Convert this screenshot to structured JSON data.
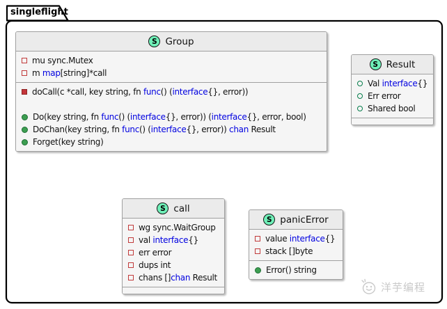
{
  "frame": {
    "tab_label": "singleflight"
  },
  "colors": {
    "keyword": "#0000E0",
    "private": "#C13A3A",
    "private_fill": "#C4353B",
    "public": "#067D4B",
    "public_fill": "#3D9E51",
    "spot_fill": "#6FF0B8",
    "spot_border": "#141414",
    "watermark": "#C9C9C9",
    "box_border": "#A0A0A0",
    "header_bg": "#EBEBEB",
    "body_bg": "#F5F5F5"
  },
  "classes": [
    {
      "name": "Group",
      "spot": "S",
      "sections": [
        {
          "rows": [
            {
              "icon": "field-private",
              "segments": [
                {
                  "t": "mu sync.Mutex"
                }
              ]
            },
            {
              "icon": "field-private",
              "segments": [
                {
                  "t": "m "
                },
                {
                  "t": "map",
                  "kw": true
                },
                {
                  "t": "[string]*call"
                }
              ]
            }
          ]
        },
        {
          "rows": [
            {
              "icon": "method-private",
              "segments": [
                {
                  "t": "doCall(c *call, key string, fn "
                },
                {
                  "t": "func",
                  "kw": true
                },
                {
                  "t": "() ("
                },
                {
                  "t": "interface",
                  "kw": true
                },
                {
                  "t": "{}, error))"
                }
              ]
            },
            {
              "blank": true
            },
            {
              "icon": "method-public",
              "segments": [
                {
                  "t": "Do(key string, fn "
                },
                {
                  "t": "func",
                  "kw": true
                },
                {
                  "t": "() ("
                },
                {
                  "t": "interface",
                  "kw": true
                },
                {
                  "t": "{}, error)) ("
                },
                {
                  "t": "interface",
                  "kw": true
                },
                {
                  "t": "{}, error, bool)"
                }
              ]
            },
            {
              "icon": "method-public",
              "segments": [
                {
                  "t": "DoChan(key string, fn "
                },
                {
                  "t": "func",
                  "kw": true
                },
                {
                  "t": "() ("
                },
                {
                  "t": "interface",
                  "kw": true
                },
                {
                  "t": "{}, error)) "
                },
                {
                  "t": "chan",
                  "kw": true
                },
                {
                  "t": " Result"
                }
              ]
            },
            {
              "icon": "method-public",
              "segments": [
                {
                  "t": "Forget(key string)"
                }
              ]
            }
          ]
        }
      ]
    },
    {
      "name": "Result",
      "spot": "S",
      "sections": [
        {
          "rows": [
            {
              "icon": "field-public",
              "segments": [
                {
                  "t": "Val "
                },
                {
                  "t": "interface",
                  "kw": true
                },
                {
                  "t": "{}"
                }
              ]
            },
            {
              "icon": "field-public",
              "segments": [
                {
                  "t": "Err error"
                }
              ]
            },
            {
              "icon": "field-public",
              "segments": [
                {
                  "t": "Shared bool"
                }
              ]
            }
          ]
        },
        {
          "rows": []
        }
      ]
    },
    {
      "name": "call",
      "spot": "S",
      "sections": [
        {
          "rows": [
            {
              "icon": "field-private",
              "segments": [
                {
                  "t": "wg sync.WaitGroup"
                }
              ]
            },
            {
              "icon": "field-private",
              "segments": [
                {
                  "t": "val "
                },
                {
                  "t": "interface",
                  "kw": true
                },
                {
                  "t": "{}"
                }
              ]
            },
            {
              "icon": "field-private",
              "segments": [
                {
                  "t": "err error"
                }
              ]
            },
            {
              "icon": "field-private",
              "segments": [
                {
                  "t": "dups int"
                }
              ]
            },
            {
              "icon": "field-private",
              "segments": [
                {
                  "t": "chans []"
                },
                {
                  "t": "chan",
                  "kw": true
                },
                {
                  "t": " Result"
                }
              ]
            }
          ]
        },
        {
          "rows": []
        }
      ]
    },
    {
      "name": "panicError",
      "spot": "S",
      "sections": [
        {
          "rows": [
            {
              "icon": "field-private",
              "segments": [
                {
                  "t": "value "
                },
                {
                  "t": "interface",
                  "kw": true
                },
                {
                  "t": "{}"
                }
              ]
            },
            {
              "icon": "field-private",
              "segments": [
                {
                  "t": "stack []byte"
                }
              ]
            }
          ]
        },
        {
          "rows": [
            {
              "icon": "method-public",
              "segments": [
                {
                  "t": "Error() string"
                }
              ]
            }
          ]
        }
      ]
    }
  ],
  "watermark": {
    "text": "洋芋编程"
  }
}
